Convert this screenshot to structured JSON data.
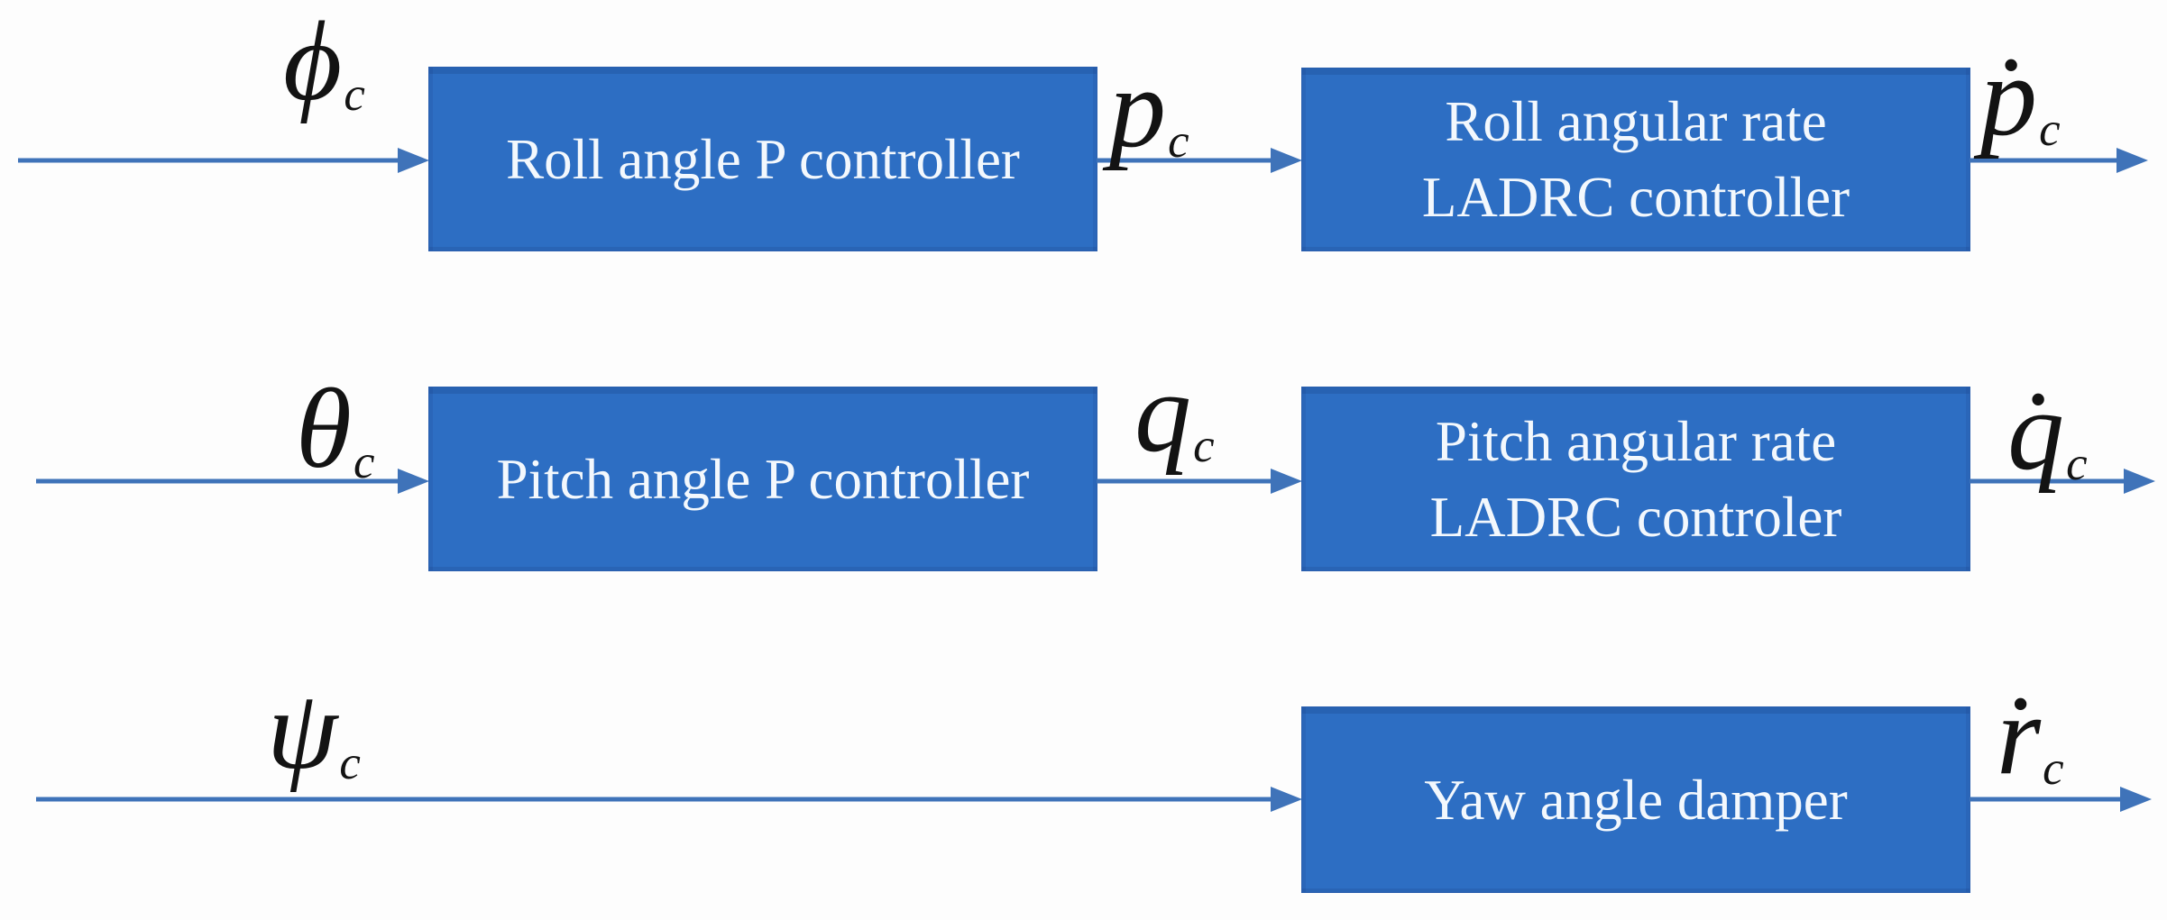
{
  "colors": {
    "background": "#fdfdfd",
    "box-fill": "#2d6ec3",
    "box-edge": "#2a5fae",
    "box-text": "#f3f8fd",
    "arrow": "#3f73b9",
    "label-text": "#131313"
  },
  "rows": [
    {
      "name": "roll",
      "input_label": {
        "dot": "",
        "base": "ϕ",
        "sub": "c"
      },
      "box_left": {
        "line1": "Roll angle P controller"
      },
      "mid_label": {
        "dot": "",
        "base": "p",
        "sub": "c"
      },
      "box_right": {
        "line1": "Roll angular rate",
        "line2": "LADRC controller"
      },
      "output_label": {
        "dot": "˙",
        "base": "p",
        "sub": "c"
      }
    },
    {
      "name": "pitch",
      "input_label": {
        "dot": "",
        "base": "θ",
        "sub": "c"
      },
      "box_left": {
        "line1": "Pitch angle P controller"
      },
      "mid_label": {
        "dot": "",
        "base": "q",
        "sub": "c"
      },
      "box_right": {
        "line1": "Pitch angular rate",
        "line2": "LADRC controler"
      },
      "output_label": {
        "dot": "˙",
        "base": "q",
        "sub": "c"
      }
    },
    {
      "name": "yaw",
      "input_label": {
        "dot": "",
        "base": "ψ",
        "sub": "c"
      },
      "box": {
        "line1": "Yaw angle damper"
      },
      "output_label": {
        "dot": "˙",
        "base": "r",
        "sub": "c"
      }
    }
  ]
}
